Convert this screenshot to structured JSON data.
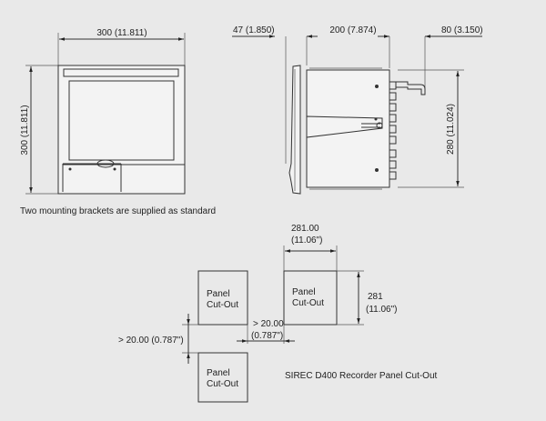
{
  "front_view": {
    "width_dim": "300 (11.811)",
    "height_dim": "300 (11.811)",
    "caption": "Two mounting brackets are supplied as standard"
  },
  "side_view": {
    "bezel_dim": "47 (1.850)",
    "depth_dim": "200 (7.874)",
    "cable_dim": "80 (3.150)",
    "height_dim": "280 (11.024)"
  },
  "cutout": {
    "panel_label_line1": "Panel",
    "panel_label_line2": "Cut-Out",
    "width_dim_mm": "281.00",
    "width_dim_in": "(11.06\")",
    "height_dim_mm": "281",
    "height_dim_in": "(11.06\")",
    "vertical_gap": "> 20.00 (0.787\")",
    "horizontal_gap_mm": "> 20.00",
    "horizontal_gap_in": "(0.787\")",
    "caption": "SIREC D400 Recorder Panel Cut-Out"
  }
}
